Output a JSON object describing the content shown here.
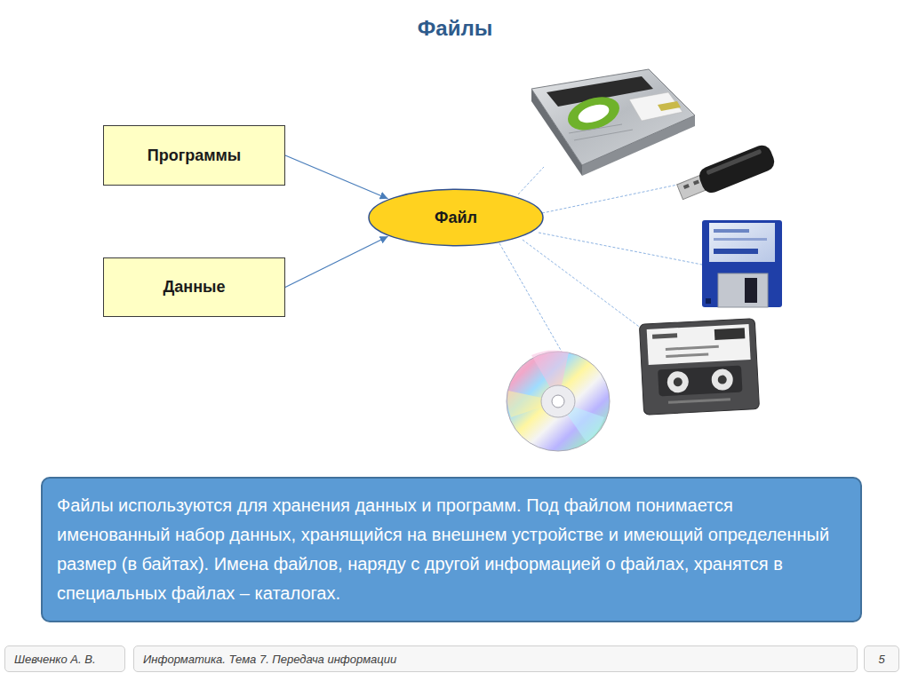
{
  "diagram": {
    "title": "Файлы",
    "nodes": [
      {
        "text": [
          "Программы"
        ]
      },
      {
        "text": [
          "Файл"
        ]
      },
      {
        "text": [
          "Данные"
        ]
      },
      {
        "text": [
          "Файлы используются для хранения данных и программ. Под файлом понимается именованный набор данных, хранящийся на внешнем устройстве и имеющий определенный размер (в байтах). Имена файлов, наряду с другой информацией о файлах, хранятся в специальных файлах – каталогах."
        ]
      },
      {
        "text": [
          "Шевченко А. В."
        ]
      },
      {
        "text": [
          "Информатика. Тема 7. Передача информации"
        ]
      },
      {
        "text": [
          "5"
        ]
      }
    ],
    "edges": [
      {
        "from": 0,
        "to": 1,
        "arrow": "to"
      },
      {
        "from": 2,
        "to": 1,
        "arrow": "to"
      }
    ]
  }
}
